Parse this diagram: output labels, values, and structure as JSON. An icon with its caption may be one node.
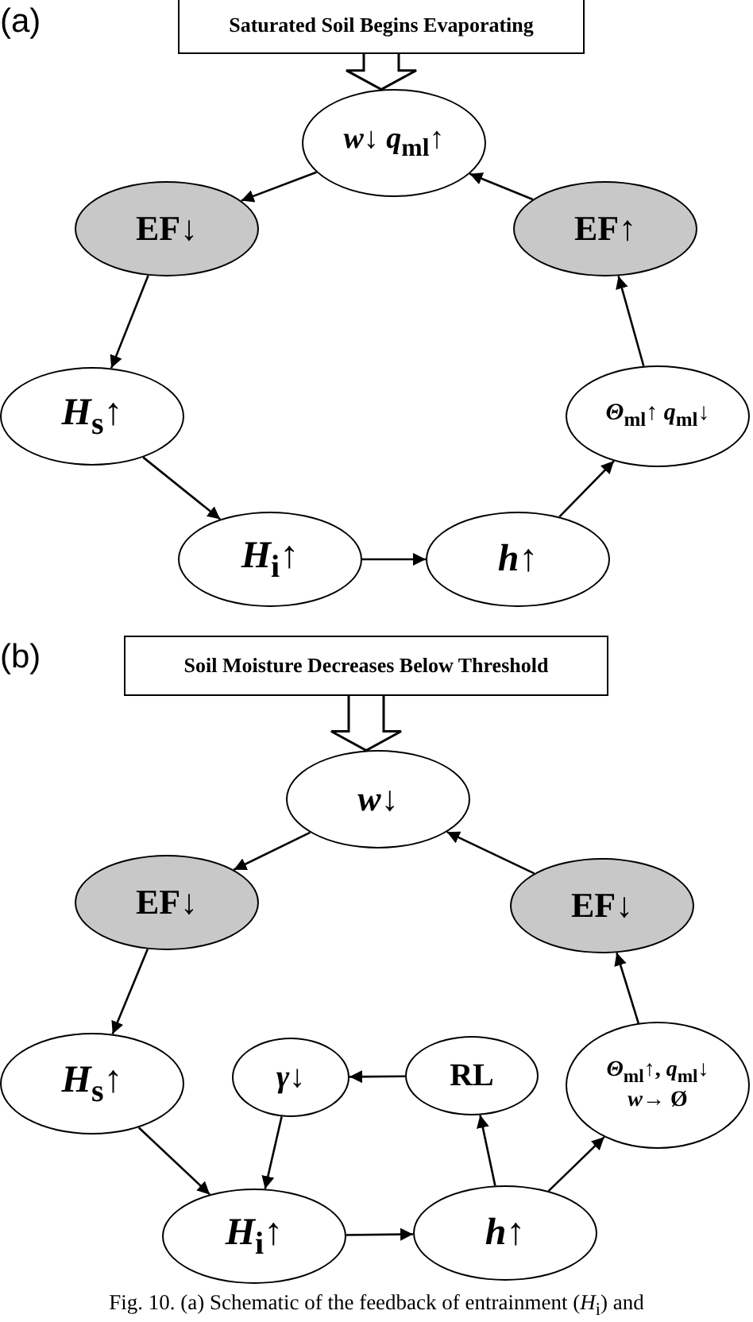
{
  "diagram": {
    "caption": "Fig. 10. (a) Schematic of the feedback of entrainment (*H*$_{i}$) and",
    "nodes": [
      {
        "text": [
          "Saturated Soil Begins Evaporating"
        ]
      },
      {
        "text": [
          "*w*↓ *q*$_{ml}$↑"
        ]
      },
      {
        "text": [
          "EF↓"
        ]
      },
      {
        "text": [
          "EF↑"
        ]
      },
      {
        "text": [
          "*H*$_{s}$↑"
        ]
      },
      {
        "text": [
          "*Θ*$_{ml}$↑ *q*$_{ml}$↓"
        ]
      },
      {
        "text": [
          "*H*$_{i}$↑"
        ]
      },
      {
        "text": [
          "*h*↑"
        ]
      },
      {
        "text": [
          "Soil Moisture Decreases Below Threshold"
        ]
      },
      {
        "text": [
          "*w*↓"
        ]
      },
      {
        "text": [
          "EF↓"
        ]
      },
      {
        "text": [
          "EF↓"
        ]
      },
      {
        "text": [
          "*H*$_{s}$↑"
        ]
      },
      {
        "text": [
          "*γ*↓"
        ]
      },
      {
        "text": [
          "RL"
        ]
      },
      {
        "text": [
          "*Θ*$_{ml}$↑, *q*$_{ml}$↓",
          "*w*→ Ø"
        ]
      },
      {
        "text": [
          "*H*$_{i}$↑"
        ]
      },
      {
        "text": [
          "*h*↑"
        ]
      }
    ],
    "edges": [
      {
        "from": 0,
        "to": 1,
        "arrow": "to",
        "style": "thick"
      },
      {
        "from": 1,
        "to": 2,
        "arrow": "to"
      },
      {
        "from": 2,
        "to": 4,
        "arrow": "to"
      },
      {
        "from": 4,
        "to": 6,
        "arrow": "to"
      },
      {
        "from": 6,
        "to": 7,
        "arrow": "to"
      },
      {
        "from": 7,
        "to": 5,
        "arrow": "to"
      },
      {
        "from": 5,
        "to": 3,
        "arrow": "to"
      },
      {
        "from": 3,
        "to": 1,
        "arrow": "to"
      },
      {
        "from": 8,
        "to": 9,
        "arrow": "to",
        "style": "thick"
      },
      {
        "from": 9,
        "to": 10,
        "arrow": "to"
      },
      {
        "from": 10,
        "to": 12,
        "arrow": "to"
      },
      {
        "from": 12,
        "to": 16,
        "arrow": "to"
      },
      {
        "from": 16,
        "to": 17,
        "arrow": "to"
      },
      {
        "from": 17,
        "to": 15,
        "arrow": "to"
      },
      {
        "from": 15,
        "to": 11,
        "arrow": "to"
      },
      {
        "from": 11,
        "to": 9,
        "arrow": "to"
      },
      {
        "from": 17,
        "to": 14,
        "arrow": "to"
      },
      {
        "from": 14,
        "to": 13,
        "arrow": "to"
      },
      {
        "from": 13,
        "to": 16,
        "arrow": "to"
      }
    ],
    "labels": [
      "(a)",
      "(b)"
    ]
  }
}
